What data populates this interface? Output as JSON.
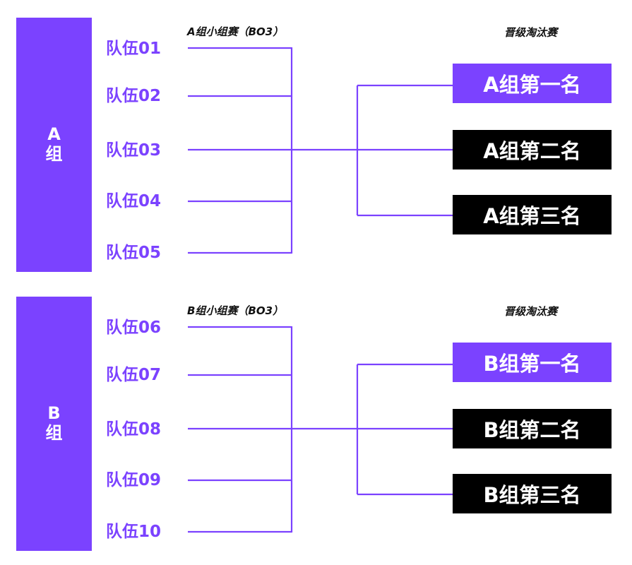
{
  "colors": {
    "accent": "#7B42FF",
    "black": "#000000",
    "text_on_dark": "#FFFFFF"
  },
  "groups": [
    {
      "label_top": "A",
      "label_bottom": "组",
      "stage_heading": "A组小组赛（BO3）",
      "advance_heading": "晋级淘汰赛",
      "teams": [
        "队伍01",
        "队伍02",
        "队伍03",
        "队伍04",
        "队伍05"
      ],
      "ranks": [
        "A组第一名",
        "A组第二名",
        "A组第三名"
      ]
    },
    {
      "label_top": "B",
      "label_bottom": "组",
      "stage_heading": "B组小组赛（BO3）",
      "advance_heading": "晋级淘汰赛",
      "teams": [
        "队伍06",
        "队伍07",
        "队伍08",
        "队伍09",
        "队伍10"
      ],
      "ranks": [
        "B组第一名",
        "B组第二名",
        "B组第三名"
      ]
    }
  ]
}
